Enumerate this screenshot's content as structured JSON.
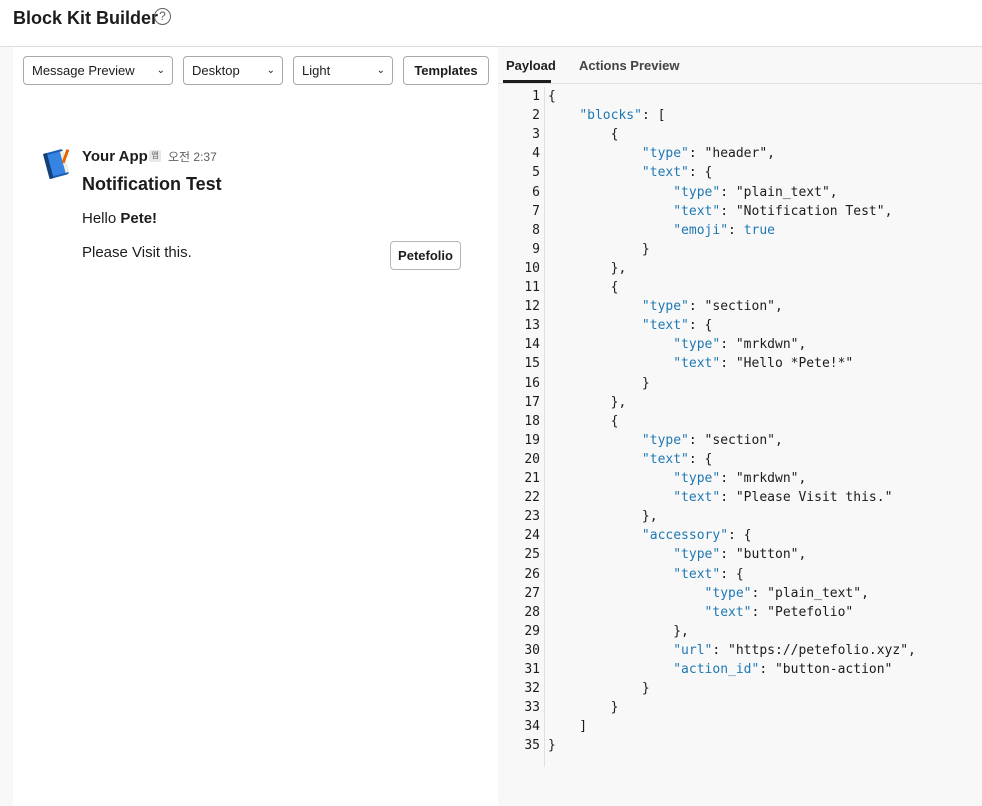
{
  "app": {
    "title": "Block Kit Builder",
    "help_icon": "question-circle-icon"
  },
  "toolbar": {
    "preview_select": "Message Preview",
    "device_select": "Desktop",
    "theme_select": "Light",
    "templates_label": "Templates"
  },
  "message": {
    "app_name": "Your App",
    "app_badge": "앱",
    "time": "오전 2:37",
    "header": "Notification Test",
    "hello_prefix": "Hello ",
    "hello_bold": "Pete!",
    "visit_text": "Please Visit this.",
    "button_label": "Petefolio",
    "avatar_icon": "blue-book-icon"
  },
  "tabs": [
    {
      "label": "Payload",
      "active": true
    },
    {
      "label": "Actions Preview",
      "active": false
    }
  ],
  "code_lines": [
    "{",
    "    \"blocks\": [",
    "        {",
    "            \"type\": \"header\",",
    "            \"text\": {",
    "                \"type\": \"plain_text\",",
    "                \"text\": \"Notification Test\",",
    "                \"emoji\": true",
    "            }",
    "        },",
    "        {",
    "            \"type\": \"section\",",
    "            \"text\": {",
    "                \"type\": \"mrkdwn\",",
    "                \"text\": \"Hello *Pete!*\"",
    "            }",
    "        },",
    "        {",
    "            \"type\": \"section\",",
    "            \"text\": {",
    "                \"type\": \"mrkdwn\",",
    "                \"text\": \"Please Visit this.\"",
    "            },",
    "            \"accessory\": {",
    "                \"type\": \"button\",",
    "                \"text\": {",
    "                    \"type\": \"plain_text\",",
    "                    \"text\": \"Petefolio\"",
    "                },",
    "                \"url\": \"https://petefolio.xyz\",",
    "                \"action_id\": \"button-action\"",
    "            }",
    "        }",
    "    ]",
    "}"
  ],
  "colors": {
    "json_key": "#1f78b4",
    "json_bool": "#1f78b4",
    "text": "#1d1c1d"
  }
}
